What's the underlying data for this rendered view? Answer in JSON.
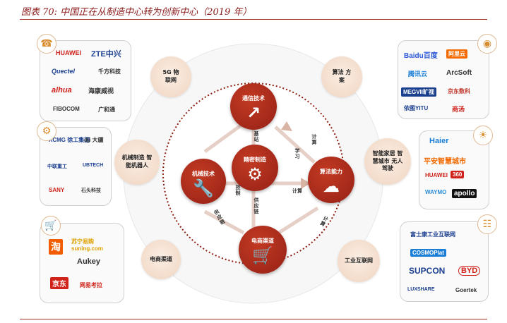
{
  "title": "图表 70: 中国正在从制造中心转为创新中心（2019 年）",
  "center": {
    "nodes": {
      "tongxin": "通信技术",
      "jingmi": "精密制造",
      "jixie": "机械技术",
      "suanfa": "算法能力",
      "dianshang": "电商渠道"
    },
    "edges": {
      "jizhan": "基站",
      "jisuan_tr": "计算",
      "xuexi": "学习",
      "kongzhi": "控制",
      "jisuan_mid": "计算",
      "gongyinglian": "供应链",
      "wuliu": "供应链",
      "jisuan_br": "计算"
    }
  },
  "outer": {
    "g5": "5G 物联网",
    "suanfa": "算法 方案",
    "jixie": "机械制造 智能机器人",
    "zhineng": "智能家居 智慧城市 无人驾驶",
    "dianshang": "电商渠道",
    "gongye": "工业互联网"
  },
  "logos": {
    "tl": [
      "HUAWEI",
      "ZTE中兴",
      "Quectel",
      "千方科技",
      "alhua",
      "海康威视",
      "FIBOCOM",
      "广和通"
    ],
    "tr": [
      "Baidu百度",
      "阿里云",
      "腾讯云",
      "ArcSoft",
      "MEGVII旷视",
      "京东数科",
      "依图YITU",
      "商汤"
    ],
    "ml": [
      "XCMG 徐工集团",
      "dji 大疆",
      "中联重工",
      "UBTECH",
      "SANY",
      "石头科技"
    ],
    "mr": [
      "Haier",
      "平安智慧城市",
      "HUAWEI",
      "360",
      "WAYMO",
      "apollo"
    ],
    "bl": [
      "淘",
      "苏宁易购 suning.com",
      "Aukey",
      "京东",
      "网易考拉"
    ],
    "br": [
      "富士康工业互联网",
      "COSMOPlat",
      "SUPCON",
      "BYD",
      "LUXSHARE",
      "Goertek"
    ]
  },
  "colors": {
    "accent": "#a3281a",
    "halo": "#f3dccb",
    "rule": "#a0332e"
  },
  "icons": [
    "phone-icon",
    "gear-icon",
    "cart-icon",
    "brain-icon",
    "bulb-icon",
    "network-icon"
  ]
}
